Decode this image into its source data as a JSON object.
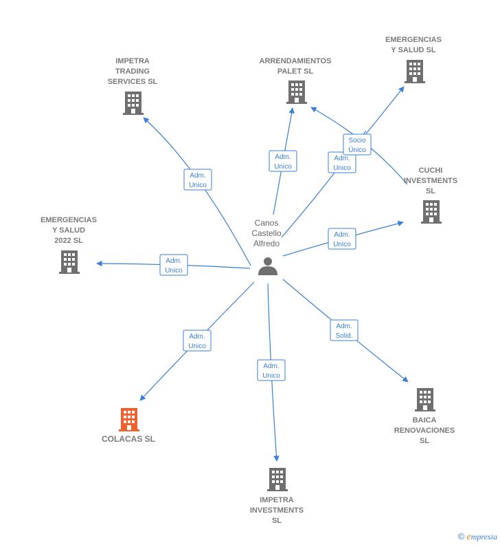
{
  "colors": {
    "edge": "#3a7fd5",
    "building": "#6f6f6f",
    "building_focus": "#f0612d",
    "person": "#6f6f6f"
  },
  "center": {
    "name_lines": [
      "Canos",
      "Castello",
      "Alfredo"
    ],
    "icon": "person-icon"
  },
  "companies": [
    {
      "id": "impetra-trading",
      "name_lines": [
        "IMPETRA",
        "TRADING",
        "SERVICES  SL"
      ],
      "icon": "building-icon",
      "focus": false
    },
    {
      "id": "arrendamientos",
      "name_lines": [
        "ARRENDAMIENTOS",
        "PALET  SL"
      ],
      "icon": "building-icon",
      "focus": false
    },
    {
      "id": "emergencias-salud",
      "name_lines": [
        "EMERGENCIAS",
        "Y SALUD  SL"
      ],
      "icon": "building-icon",
      "focus": false
    },
    {
      "id": "cuchi",
      "name_lines": [
        "CUCHI",
        "INVESTMENTS",
        "SL"
      ],
      "icon": "building-icon",
      "focus": false
    },
    {
      "id": "emergencias-2022",
      "name_lines": [
        "EMERGENCIAS",
        "Y SALUD",
        "2022  SL"
      ],
      "icon": "building-icon",
      "focus": false
    },
    {
      "id": "colacas",
      "name_lines": [
        "COLACAS  SL"
      ],
      "icon": "building-icon",
      "focus": true
    },
    {
      "id": "impetra-investments",
      "name_lines": [
        "IMPETRA",
        "INVESTMENTS",
        "SL"
      ],
      "icon": "building-icon",
      "focus": false
    },
    {
      "id": "baica",
      "name_lines": [
        "BAICA",
        "RENOVACIONES",
        "SL"
      ],
      "icon": "building-icon",
      "focus": false
    }
  ],
  "relations": [
    {
      "to": "impetra-trading",
      "label_lines": [
        "Adm.",
        "Unico"
      ]
    },
    {
      "to": "arrendamientos",
      "label_lines": [
        "Adm.",
        "Unico"
      ]
    },
    {
      "to": "arrendamientos",
      "label_lines": [
        "Adm.",
        "Unico"
      ]
    },
    {
      "to": "emergencias-salud",
      "label_lines": [
        "Socio",
        "Único"
      ]
    },
    {
      "to": "cuchi",
      "label_lines": [
        "Adm.",
        "Unico"
      ]
    },
    {
      "to": "emergencias-2022",
      "label_lines": [
        "Adm.",
        "Unico"
      ]
    },
    {
      "to": "colacas",
      "label_lines": [
        "Adm.",
        "Unico"
      ]
    },
    {
      "to": "impetra-investments",
      "label_lines": [
        "Adm.",
        "Unico"
      ]
    },
    {
      "to": "baica",
      "label_lines": [
        "Adm.",
        "Solid."
      ]
    }
  ],
  "footer": {
    "copyright_symbol": "©",
    "brand_initial": "e",
    "brand_rest": "mpresia"
  }
}
